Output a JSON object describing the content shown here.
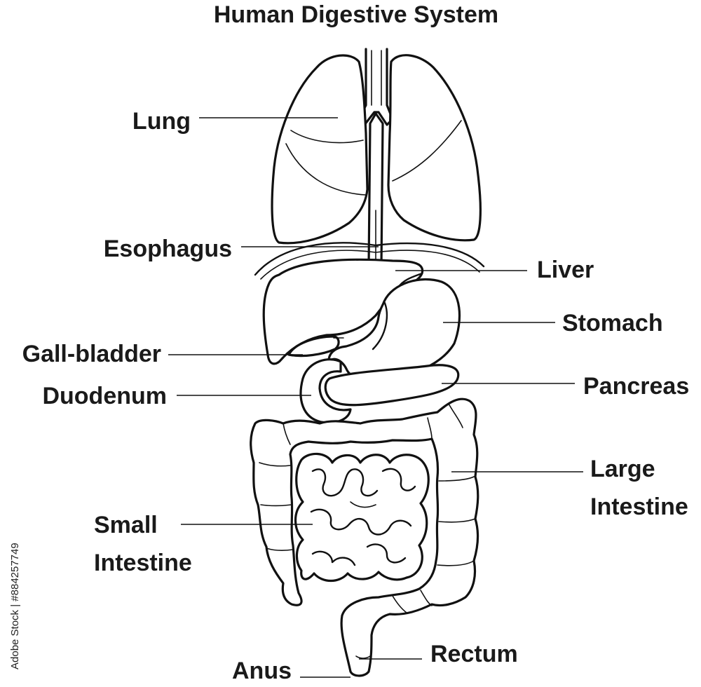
{
  "title": "Human Digestive System",
  "labels": {
    "lung": "Lung",
    "esophagus": "Esophagus",
    "liver": "Liver",
    "stomach": "Stomach",
    "gallbladder": "Gall-bladder",
    "pancreas": "Pancreas",
    "duodenum": "Duodenum",
    "large_intestine_1": "Large",
    "large_intestine_2": "Intestine",
    "small_intestine_1": "Small",
    "small_intestine_2": "Intestine",
    "rectum": "Rectum",
    "anus": "Anus"
  },
  "stock_id": "Adobe Stock | #884257749"
}
